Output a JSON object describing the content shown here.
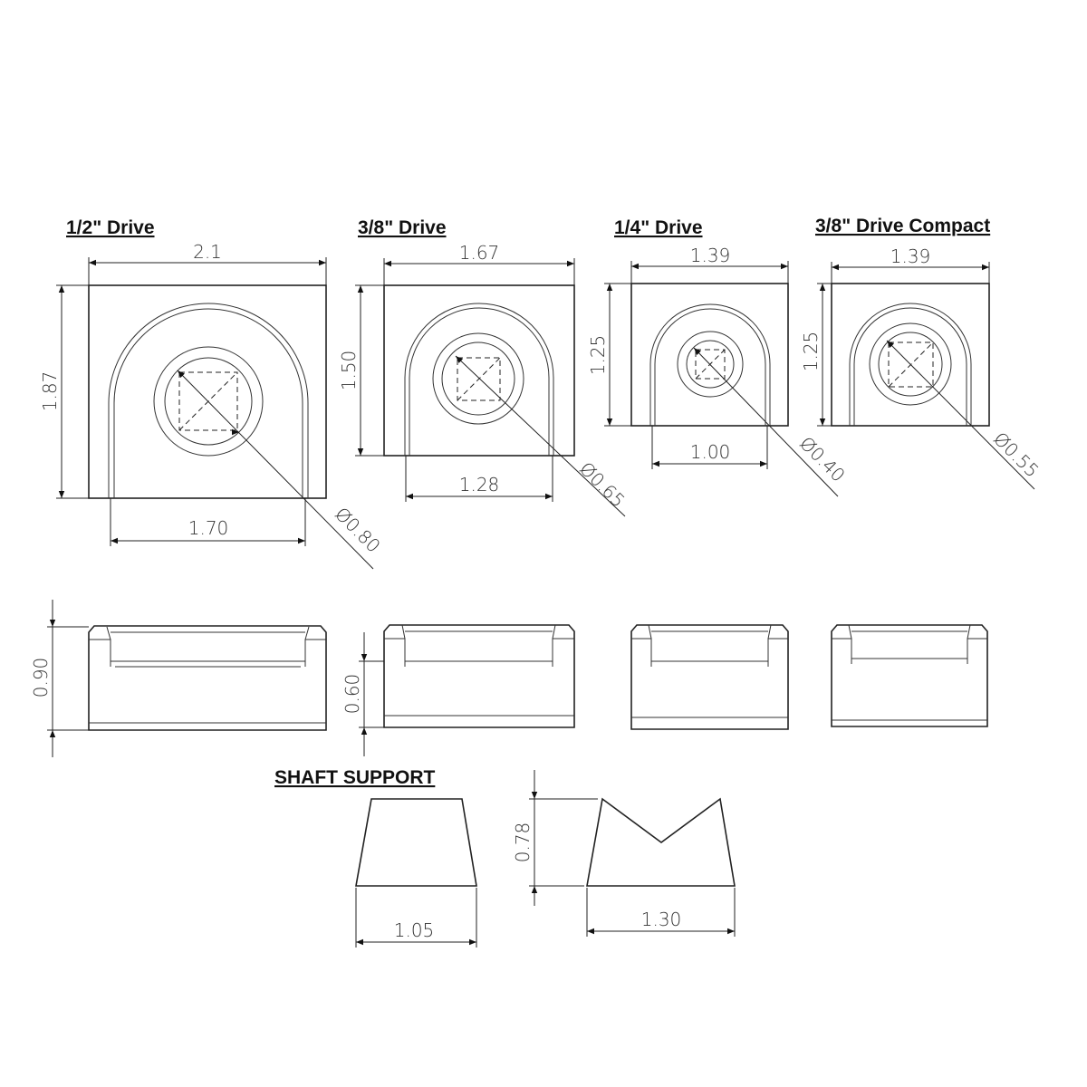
{
  "titles": {
    "half_drive": "1/2\" Drive",
    "three_eighths_drive": "3/8\" Drive",
    "quarter_drive": "1/4\" Drive",
    "three_eighths_compact": "3/8\" Drive Compact",
    "shaft_support": "SHAFT SUPPORT"
  },
  "dimensions": {
    "half": {
      "width": "2.1",
      "height": "1.87",
      "inner_width": "1.70",
      "diameter": "Ø0.80",
      "depth": "0.90"
    },
    "three_eighths": {
      "width": "1.67",
      "height": "1.50",
      "inner_width": "1.28",
      "diameter": "Ø0.65",
      "depth": "0.60"
    },
    "quarter": {
      "width": "1.39",
      "height": "1.25",
      "inner_width": "1.00",
      "diameter": "Ø0.40"
    },
    "compact": {
      "width": "1.39",
      "height": "1.25",
      "diameter": "Ø0.55"
    },
    "shaft_support": {
      "base_width": "1.05",
      "v_width": "1.30",
      "height": "0.78"
    }
  }
}
